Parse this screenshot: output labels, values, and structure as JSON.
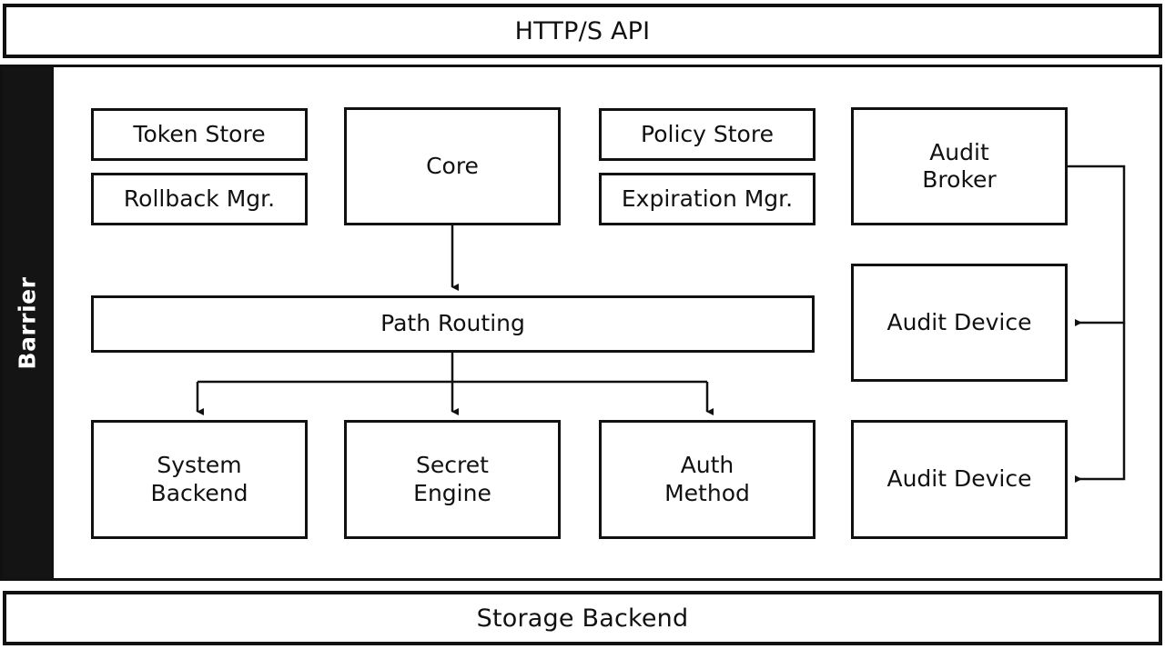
{
  "diagram": {
    "title_top": "HTTP/S API",
    "title_bottom": "Storage Backend",
    "barrier_label": "Barrier",
    "nodes": {
      "token_store": "Token Store",
      "rollback_mgr": "Rollback Mgr.",
      "core": "Core",
      "policy_store": "Policy Store",
      "expiration_mgr": "Expiration Mgr.",
      "audit_broker": "Audit\nBroker",
      "path_routing": "Path Routing",
      "audit_device_1": "Audit Device",
      "system_backend": "System\nBackend",
      "secret_engine": "Secret\nEngine",
      "auth_method": "Auth\nMethod",
      "audit_device_2": "Audit Device"
    },
    "colors": {
      "stroke": "#111111",
      "barrier_fill": "#141414",
      "barrier_text": "#ffffff",
      "node_fill": "#ffffff",
      "page_background": "#ffffff"
    },
    "edges": [
      {
        "from": "core",
        "to": "path_routing",
        "style": "arrow-down"
      },
      {
        "from": "path_routing",
        "to": "system_backend",
        "style": "arrow-down-branch"
      },
      {
        "from": "path_routing",
        "to": "secret_engine",
        "style": "arrow-down-branch"
      },
      {
        "from": "path_routing",
        "to": "auth_method",
        "style": "arrow-down-branch"
      },
      {
        "from": "audit_broker",
        "to": "audit_device_1",
        "style": "arrow-left-elbow"
      },
      {
        "from": "audit_broker",
        "to": "audit_device_2",
        "style": "arrow-left-elbow"
      }
    ]
  }
}
